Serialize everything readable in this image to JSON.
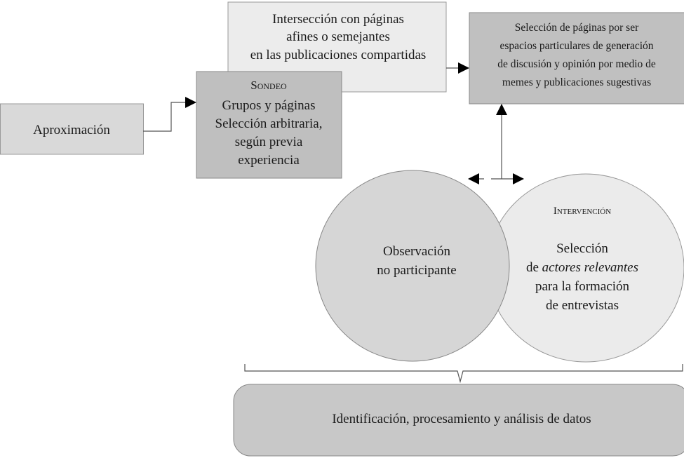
{
  "nodes": {
    "aproximacion": {
      "label": "Aproximación"
    },
    "interseccion": {
      "lines": [
        "Intersección con páginas",
        "afines o semejantes",
        "en las publicaciones compartidas"
      ]
    },
    "sondeo": {
      "title": "Sondeo",
      "lines": [
        "Grupos y páginas",
        "Selección arbitraria,",
        "según previa",
        "experiencia"
      ]
    },
    "seleccion_paginas": {
      "lines": [
        "Selección de páginas por ser",
        "espacios particulares de generación",
        "de discusión y opinión por medio de",
        "memes y publicaciones sugestivas"
      ]
    },
    "observacion": {
      "lines": [
        "Observación",
        "no participante"
      ]
    },
    "intervencion": {
      "title": "Intervención",
      "line1": "Selección",
      "line2_prefix": "de ",
      "line2_italic": "actores relevantes",
      "line3": "para la formación",
      "line4": "de entrevistas"
    },
    "analisis": {
      "label": "Identificación, procesamiento y análisis de datos"
    }
  },
  "colors": {
    "aproximacion": "#d9d9d9",
    "interseccion": "#ececec",
    "sondeo": "#bfbfbf",
    "seleccion_paginas": "#c0c0c0",
    "observacion": "#d6d6d6",
    "intervencion": "#ebebeb",
    "analisis": "#c8c8c8"
  }
}
